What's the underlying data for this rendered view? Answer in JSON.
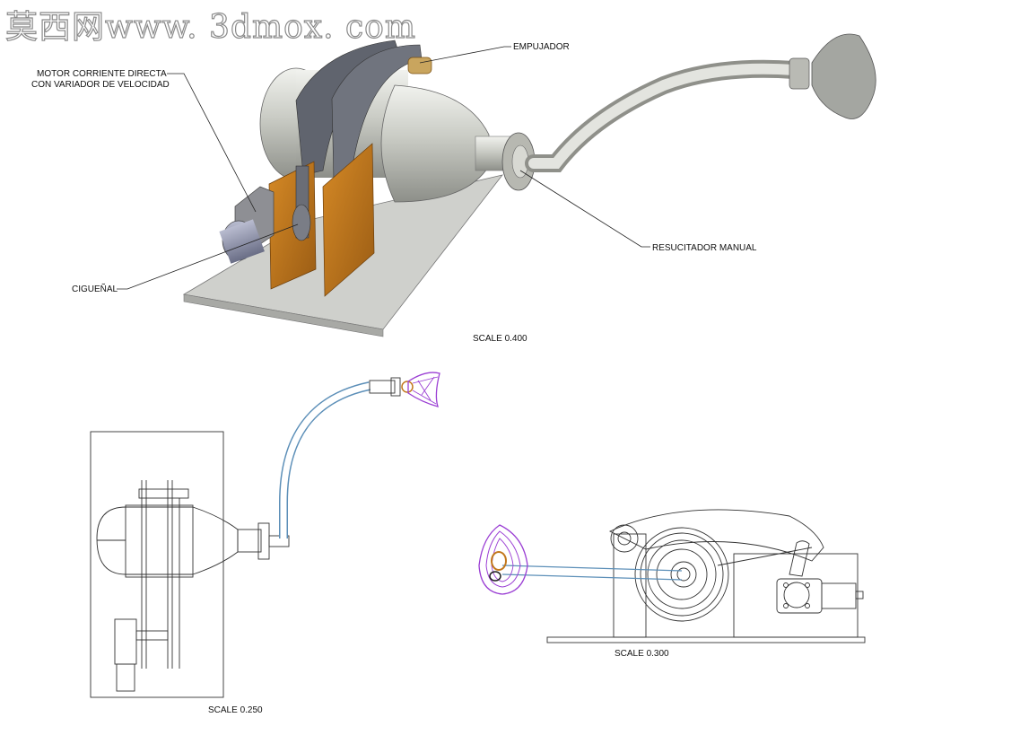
{
  "watermark": "莫西网www. 3dmox. com",
  "view_isometric": {
    "labels": {
      "empujador": "EMPUJADOR",
      "motor_line1": "MOTOR CORRIENTE DIRECTA",
      "motor_line2": "CON VARIADOR DE VELOCIDAD",
      "resucitador": "RESUCITADOR MANUAL",
      "cigueñal": "CIGUEÑAL"
    },
    "scale": "SCALE  0.400"
  },
  "view_top": {
    "scale": "SCALE  0.250"
  },
  "view_side": {
    "scale": "SCALE  0.300"
  },
  "colors": {
    "wood": "#c2781c",
    "metal": "#c9cbc4",
    "base": "#cfd0cc",
    "motor": "#8c90a8",
    "mask_wire": "#9b3fd4"
  }
}
